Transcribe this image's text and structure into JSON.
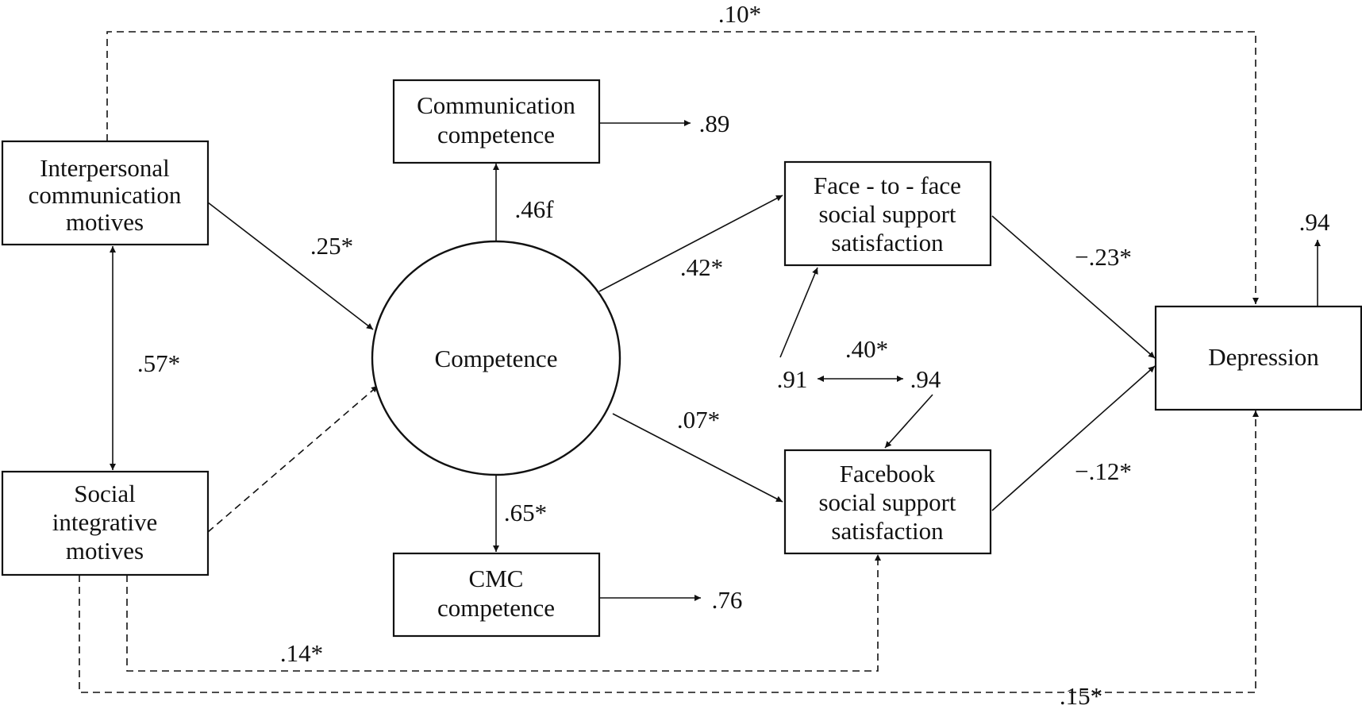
{
  "nodes": {
    "interpersonal": [
      "Interpersonal",
      "communication",
      "motives"
    ],
    "social_integrative": [
      "Social",
      "integrative",
      "motives"
    ],
    "competence": [
      "Competence"
    ],
    "communication_competence": [
      "Communication",
      "competence"
    ],
    "cmc_competence": [
      "CMC",
      "competence"
    ],
    "face_to_face": [
      "Face - to - face",
      "social support",
      "satisfaction"
    ],
    "facebook": [
      "Facebook",
      "social support",
      "satisfaction"
    ],
    "depression": [
      "Depression"
    ]
  },
  "coefficients": {
    "interpersonal_to_depression": ".10*",
    "interpersonal_to_competence": ".25*",
    "motives_correlation": ".57*",
    "competence_to_communication": ".46f",
    "communication_error": ".89",
    "competence_to_cmc": ".65*",
    "cmc_error": ".76",
    "competence_to_face": ".42*",
    "competence_to_facebook": ".07*",
    "face_error": ".91",
    "facebook_error": ".94",
    "errors_correlation": ".40*",
    "face_to_depression": "−.23*",
    "facebook_to_depression": "−.12*",
    "depression_error": ".94",
    "social_to_facebook": ".14*",
    "social_to_depression": ".15*"
  }
}
